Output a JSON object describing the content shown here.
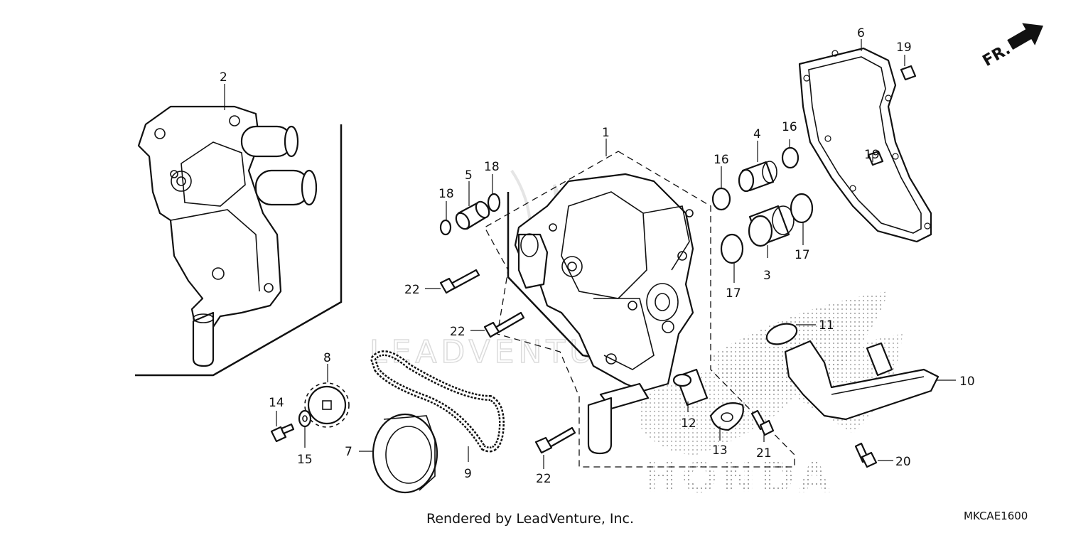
{
  "callouts": [
    "1",
    "2",
    "3",
    "4",
    "5",
    "6",
    "7",
    "8",
    "9",
    "10",
    "11",
    "12",
    "13",
    "14",
    "15",
    "16",
    "17",
    "18",
    "19",
    "20",
    "21",
    "22"
  ],
  "direction_label": "FR.",
  "watermark_text": "LEADVENTURE",
  "brand_watermark": "HONDA",
  "footer": {
    "credit": "Rendered by LeadVenture, Inc.",
    "diagram_code": "MKCAE1600"
  }
}
